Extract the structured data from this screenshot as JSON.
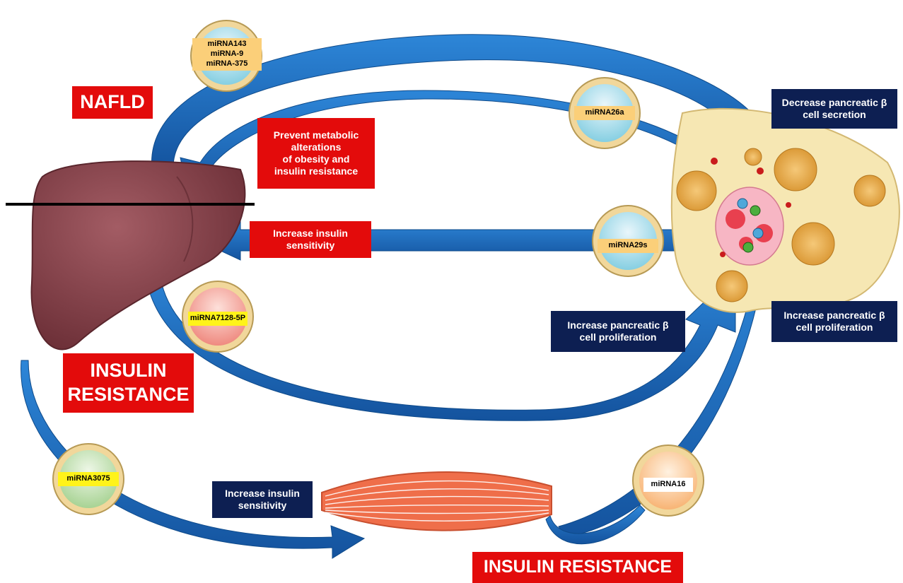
{
  "diagram": {
    "labels": {
      "nafld": "NAFLD",
      "insulin_resistance_liver": "INSULIN\nRESISTANCE",
      "insulin_resistance_muscle": "INSULIN RESISTANCE",
      "prevent_metabolic": "Prevent metabolic\nalterations\nof obesity and\ninsulin resistance",
      "increase_insulin_sensitivity_red": "Increase insulin\nsensitivity",
      "decrease_beta_secretion": "Decrease pancreatic β\ncell secretion",
      "increase_beta_prolif_left": "Increase pancreatic β\ncell proliferation",
      "increase_beta_prolif_right": "Increase pancreatic β\ncell proliferation",
      "increase_insulin_sensitivity_navy": "Increase insulin\nsensitivity"
    },
    "mirnas": {
      "mir_143_9_375": "miRNA143\nmiRNA-9\nmiRNA-375",
      "mir_26a": "miRNA26a",
      "mir_29s": "miRNA29s",
      "mir_7128": "miRNA7128-5P",
      "mir_3075": "miRNA3075",
      "mir_16": "miRNA16"
    },
    "colors": {
      "arrow_blue": "#1f6fc4",
      "label_red": "#e30b0b",
      "label_navy": "#0d1f52",
      "liver": "#8a4a52",
      "muscle": "#ef6e4a",
      "pancreas_bg": "#f6e7b3"
    }
  }
}
